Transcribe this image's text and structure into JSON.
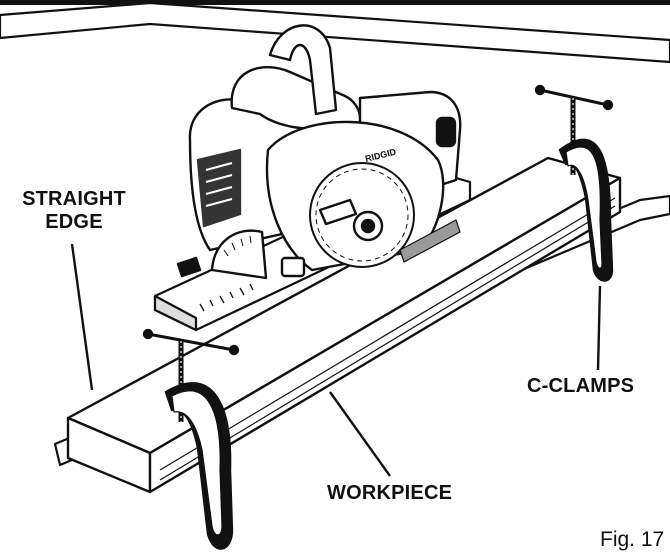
{
  "labels": {
    "straight_edge_line1": "STRAIGHT",
    "straight_edge_line2": "EDGE",
    "c_clamps": "C-CLAMPS",
    "workpiece": "WORKPIECE",
    "figure": "Fig. 17"
  },
  "brand": {
    "saw_badge": "RIDGID"
  },
  "colors": {
    "ink": "#111111",
    "paper": "#ffffff",
    "shade": "#9a9a9a"
  }
}
